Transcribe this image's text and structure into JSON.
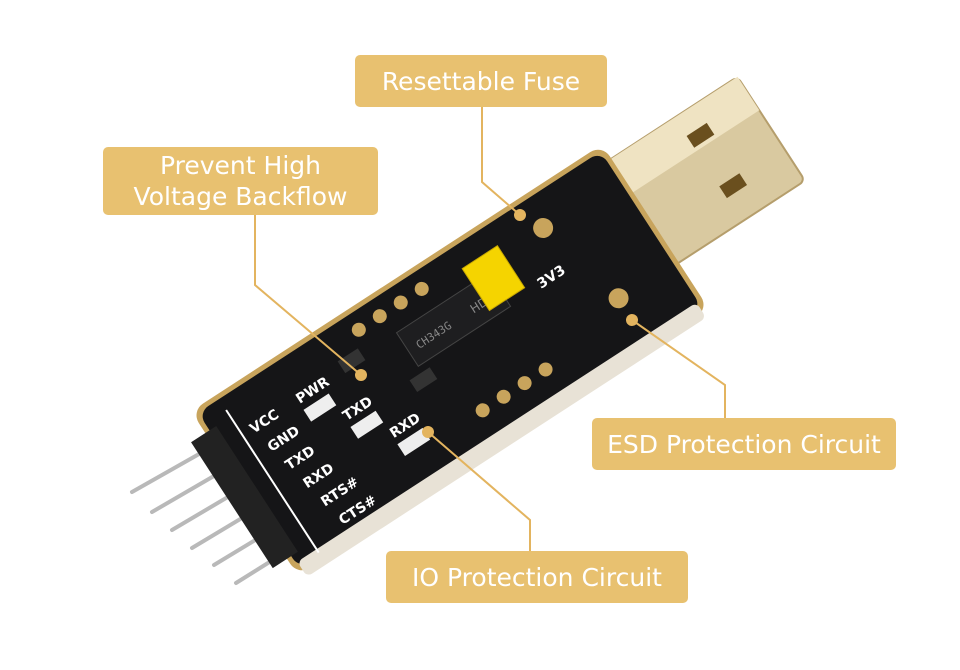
{
  "callouts": {
    "resettable_fuse": "Resettable Fuse",
    "backflow_line1": "Prevent High",
    "backflow_line2": "Voltage Backflow",
    "esd": "ESD Protection Circuit",
    "io": "IO Protection Circuit"
  },
  "board": {
    "pin_labels": [
      "VCC",
      "GND",
      "TXD",
      "RXD",
      "RTS#",
      "CTS#"
    ],
    "led_labels": [
      "PWR",
      "TXD",
      "RXD"
    ],
    "voltage_label": "3V3",
    "chip_marking": "CH343G",
    "chip_logo": "HDM"
  },
  "colors": {
    "callout_bg": "#e8c170",
    "callout_line": "#e3b45f",
    "pcb": "#151517",
    "pcb_edge": "#c8a45c",
    "jumper": "#f5d400"
  }
}
